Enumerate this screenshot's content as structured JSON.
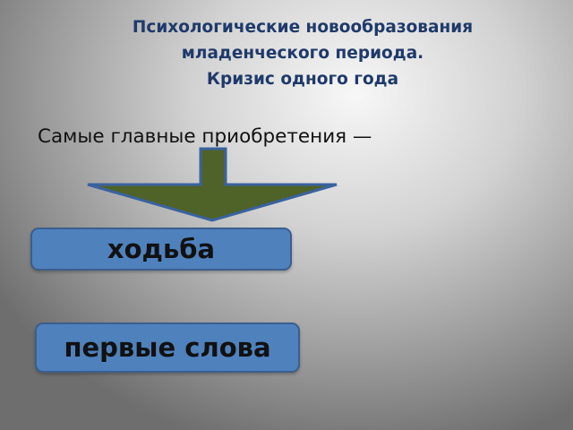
{
  "slide": {
    "title_lines": [
      "Психологические новообразования",
      "младенческого периода.",
      "Кризис одного года"
    ],
    "subtitle": "Самые главные приобретения —",
    "items": [
      "ходьба",
      "первые слова"
    ],
    "colors": {
      "title_text": "#1f3a6a",
      "arrow_fill": "#4f6228",
      "arrow_stroke": "#3a62a0",
      "box_fill": "#4f81bd",
      "box_border": "#3c5e8f"
    }
  }
}
